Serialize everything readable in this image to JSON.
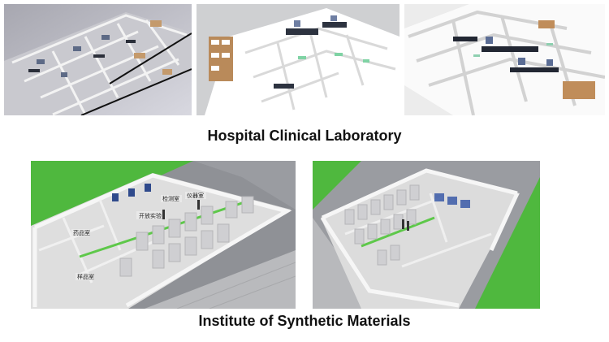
{
  "sections": [
    {
      "caption": "Hospital Clinical Laboratory",
      "images": [
        {
          "label": "hospital-lab-render-1"
        },
        {
          "label": "hospital-lab-render-2"
        },
        {
          "label": "hospital-lab-render-3"
        }
      ]
    },
    {
      "caption": "Institute of Synthetic Materials",
      "images": [
        {
          "label": "synthetic-materials-render-1",
          "signs": [
            "开放实验",
            "药品室",
            "仪器室",
            "检测室",
            "样品室"
          ]
        },
        {
          "label": "synthetic-materials-render-2"
        }
      ]
    }
  ]
}
